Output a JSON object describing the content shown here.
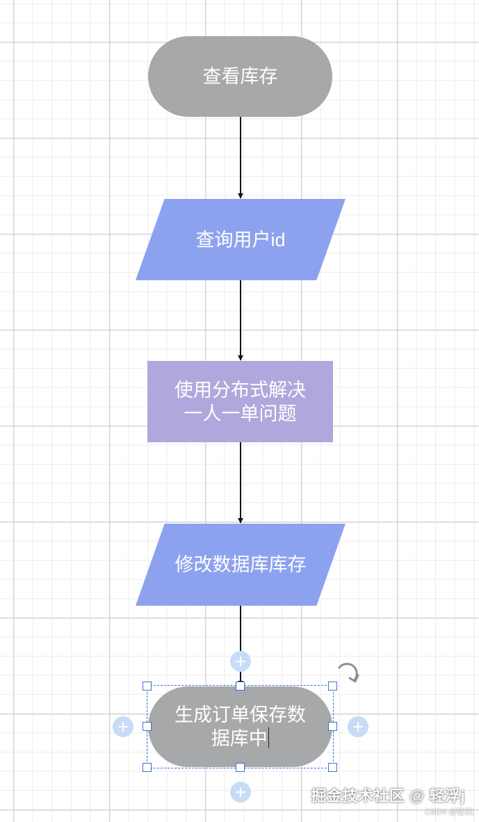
{
  "diagram": {
    "nodes": [
      {
        "id": "start",
        "shape": "terminal",
        "text": "查看库存",
        "color": "#a7a8aa"
      },
      {
        "id": "query-user",
        "shape": "parallelogram",
        "text": "查询用户id",
        "color": "#8da2ef"
      },
      {
        "id": "distributed-lock",
        "shape": "process",
        "text": "使用分布式解决\n一人一单问题",
        "color": "#b0a8dc"
      },
      {
        "id": "update-stock",
        "shape": "parallelogram",
        "text": "修改数据库库存",
        "color": "#8da2ef"
      },
      {
        "id": "save-order",
        "shape": "terminal",
        "text": "生成订单保存数\n据库中",
        "color": "#a7a8aa",
        "selected": true
      }
    ],
    "edges": [
      {
        "from": "start",
        "to": "query-user"
      },
      {
        "from": "query-user",
        "to": "distributed-lock"
      },
      {
        "from": "distributed-lock",
        "to": "update-stock"
      },
      {
        "from": "update-stock",
        "to": "save-order"
      }
    ]
  },
  "selection": {
    "handle_color": "#3a6fd6",
    "add_button_color": "#c9dcf7",
    "rotate_icon": "rotate-arrow-icon",
    "add_icon": "plus-icon"
  },
  "watermark": {
    "main": "掘金技术社区 @ 轻浮j",
    "sub": "CSDN @轻浮j"
  }
}
